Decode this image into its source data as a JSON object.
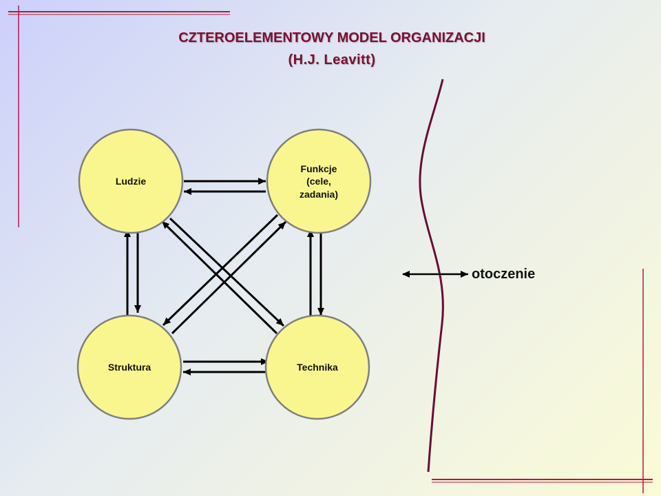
{
  "title": {
    "line1": "CZTEROELEMENTOWY MODEL ORGANIZACJI",
    "line2": "(H.J. Leavitt)"
  },
  "nodes": {
    "ludzie": "Ludzie",
    "funkcje": [
      "Funkcje",
      "(cele,",
      "zadania)"
    ],
    "struktura": "Struktura",
    "technika": "Technika"
  },
  "environment": {
    "label": "otoczenie"
  },
  "colors": {
    "node_fill": "#faf68f",
    "node_stroke": "#7f7f7f",
    "accent": "#7a1030",
    "environment_curve": "#6b0a35"
  }
}
